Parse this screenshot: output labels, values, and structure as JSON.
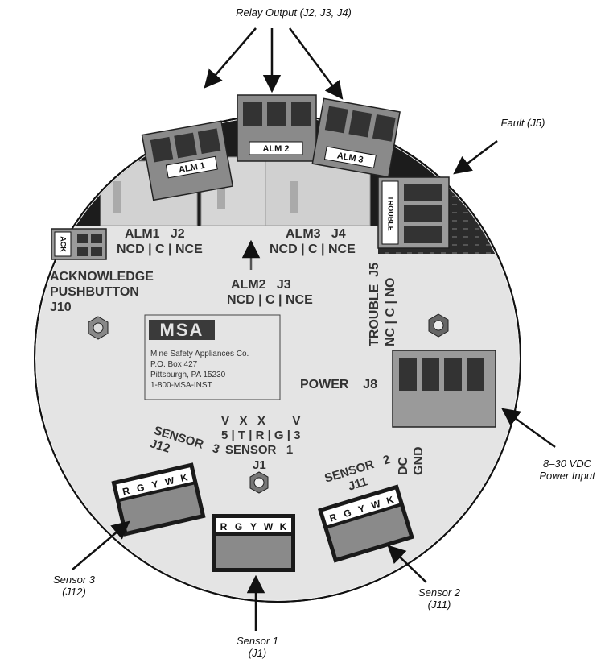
{
  "callouts": {
    "relay_output": "Relay Output (J2, J3, J4)",
    "fault": "Fault (J5)",
    "power_input": [
      "8–30 VDC",
      "Power Input"
    ],
    "sensor2": [
      "Sensor 2",
      "(J11)"
    ],
    "sensor3": [
      "Sensor 3",
      "(J12)"
    ],
    "sensor1": [
      "Sensor 1",
      "(J1)"
    ]
  },
  "connectors": {
    "alm1": "ALM 1",
    "alm2": "ALM 2",
    "alm3": "ALM 3",
    "trouble": "TROUBLE",
    "ack": "ACK",
    "sensor_pins": [
      "R",
      "G",
      "Y",
      "W",
      "K"
    ]
  },
  "silkscreen": {
    "alm1_title": "ALM1   J2",
    "alm1_pins": "NCD | C | NCE",
    "alm3_title": "ALM3   J4",
    "alm3_pins": "NCD | C | NCE",
    "alm2_title": "ALM2   J3",
    "alm2_pins": "NCD | C | NCE",
    "ack_lines": [
      "ACKNOWLEDGE",
      "PUSHBUTTON",
      "J10"
    ],
    "trouble_vertical": [
      "TROUBLE  J5",
      "NC | C | NO"
    ],
    "power": "POWER    J8",
    "power_pins": [
      "DC",
      "GND"
    ],
    "sensor1_top": "V   X   X        V",
    "sensor1_pins": "5 | T | R | G | 3",
    "sensor1_name": "SENSOR   1",
    "sensor1_id": "J1",
    "sensor2_name": "SENSOR   2",
    "sensor2_id": "J11",
    "sensor3_name": "SENSOR   3",
    "sensor3_id": "J12"
  },
  "logo": {
    "brand": "MSA",
    "address": [
      "Mine Safety Appliances Co.",
      "P.O. Box 427",
      "Pittsburgh, PA 15230",
      "1-800-MSA-INST"
    ]
  },
  "colors": {
    "board": "#e4e4e4",
    "housing": "#1a1a1a",
    "connector": "#8a8a8a",
    "ink": "#333333"
  }
}
